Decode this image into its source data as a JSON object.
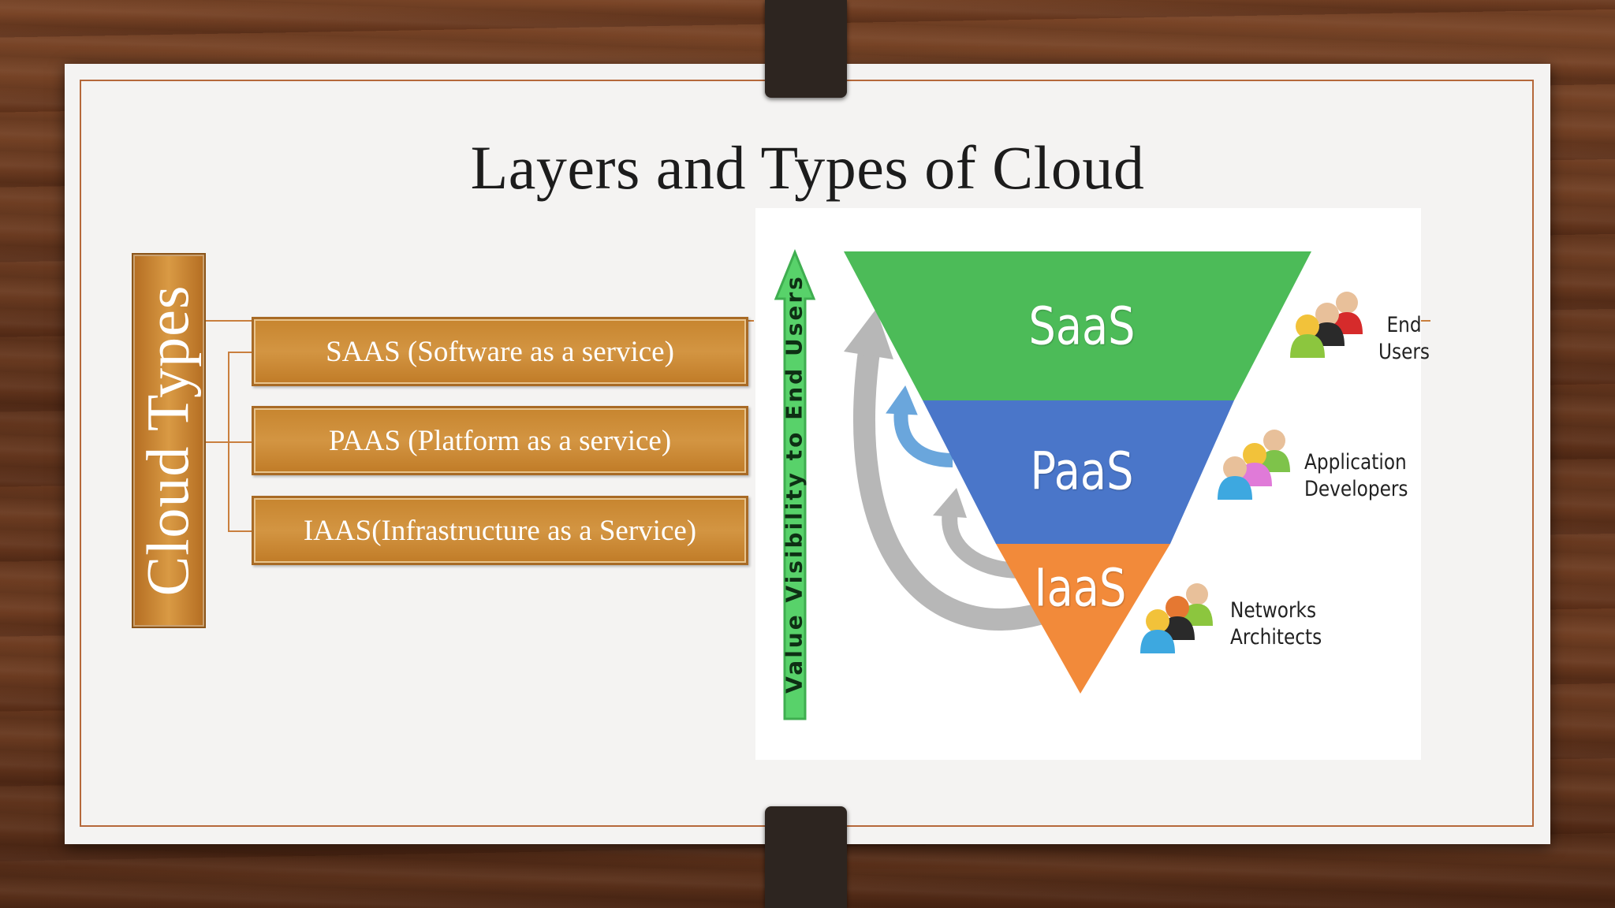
{
  "slide": {
    "title": "Layers and Types of Cloud"
  },
  "cloud_types": {
    "heading": "Cloud Types",
    "items": [
      "SAAS (Software as a service)",
      "PAAS (Platform as a service)",
      "IAAS(Infrastructure as a Service)"
    ]
  },
  "diagram": {
    "arrow_label": "Value Visibility to End Users",
    "layers": [
      {
        "label": "SaaS",
        "color": "#4cbb58"
      },
      {
        "label": "PaaS",
        "color": "#4a76c9"
      },
      {
        "label": "IaaS",
        "color": "#f28a3a"
      }
    ],
    "audiences": [
      {
        "line1": "End",
        "line2": "Users",
        "icon": "people-group-icon"
      },
      {
        "line1": "Application",
        "line2": "Developers",
        "icon": "people-group-icon"
      },
      {
        "line1": "Networks",
        "line2": "Architects",
        "icon": "people-group-icon"
      }
    ]
  },
  "colors": {
    "accent_gold": "#d39542",
    "frame_border": "#b5683a",
    "arrow_green": "#58d26a"
  }
}
